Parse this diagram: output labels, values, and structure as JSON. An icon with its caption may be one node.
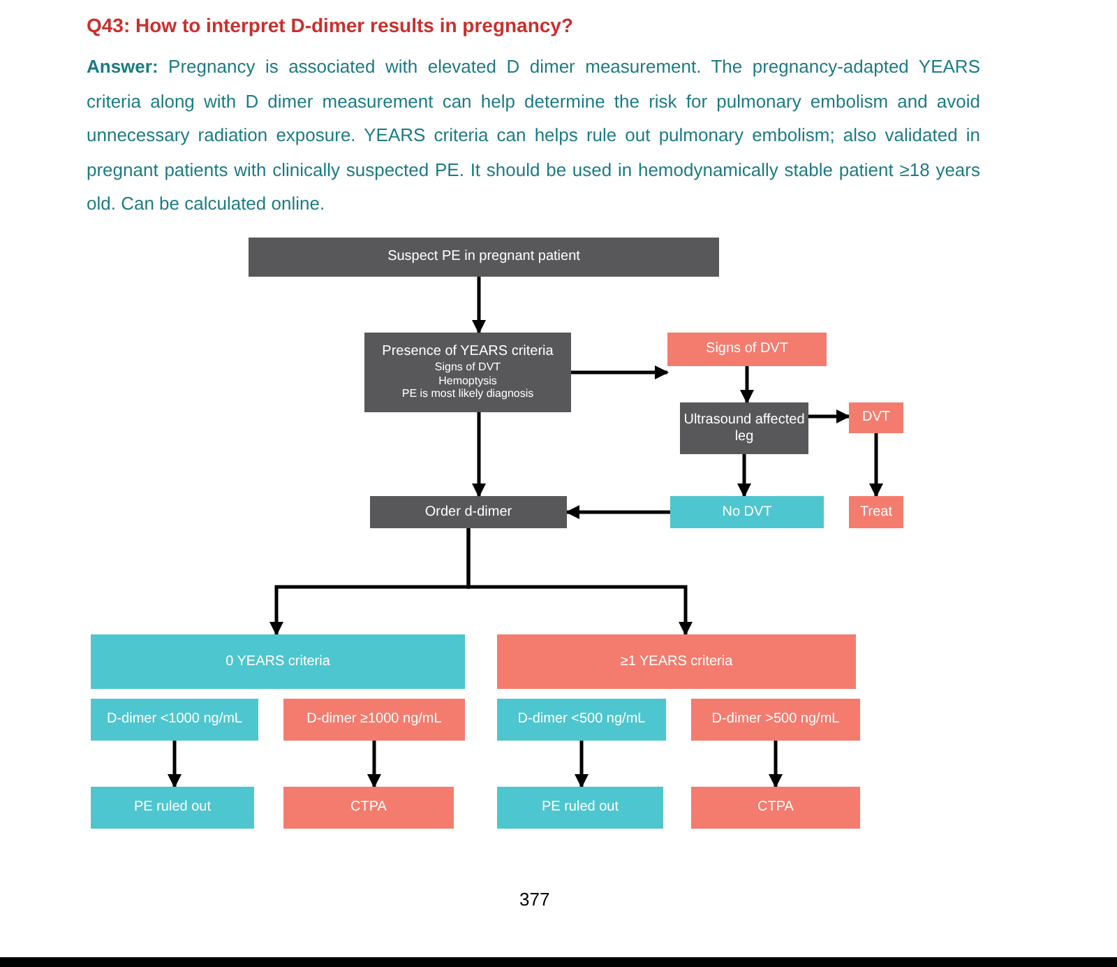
{
  "diagram": {
    "title": "Q43: How to interpret D-dimer results in pregnancy?",
    "nodes": [
      {
        "text": [
          "Suspect PE in pregnant patient"
        ]
      },
      {
        "text": [
          "Presence of YEARS criteria",
          "Signs of DVT",
          "Hemoptysis",
          "PE is most likely diagnosis"
        ]
      },
      {
        "text": [
          "Signs of DVT"
        ]
      },
      {
        "text": [
          "Ultrasound affected leg"
        ]
      },
      {
        "text": [
          "DVT"
        ]
      },
      {
        "text": [
          "Order d-dimer"
        ]
      },
      {
        "text": [
          "No DVT"
        ]
      },
      {
        "text": [
          "Treat"
        ]
      },
      {
        "text": [
          "0 YEARS criteria"
        ]
      },
      {
        "text": [
          "≥1 YEARS criteria"
        ]
      },
      {
        "text": [
          "D-dimer <1000 ng/mL"
        ]
      },
      {
        "text": [
          "D-dimer ≥1000 ng/mL"
        ]
      },
      {
        "text": [
          "D-dimer <500 ng/mL"
        ]
      },
      {
        "text": [
          "D-dimer >500 ng/mL"
        ]
      },
      {
        "text": [
          "PE ruled out"
        ]
      },
      {
        "text": [
          "CTPA"
        ]
      },
      {
        "text": [
          "PE ruled out"
        ]
      },
      {
        "text": [
          "CTPA"
        ]
      }
    ],
    "edges": [
      {
        "from": 0,
        "to": 1,
        "arrow": "to"
      },
      {
        "from": 1,
        "to": 2,
        "arrow": "to"
      },
      {
        "from": 2,
        "to": 3,
        "arrow": "to"
      },
      {
        "from": 3,
        "to": 4,
        "arrow": "to"
      },
      {
        "from": 3,
        "to": 6,
        "arrow": "to"
      },
      {
        "from": 4,
        "to": 7,
        "arrow": "to"
      },
      {
        "from": 6,
        "to": 5,
        "arrow": "to"
      },
      {
        "from": 1,
        "to": 5,
        "arrow": "to"
      },
      {
        "from": 5,
        "to": 8,
        "arrow": "to"
      },
      {
        "from": 5,
        "to": 9,
        "arrow": "to"
      },
      {
        "from": 10,
        "to": 14,
        "arrow": "to"
      },
      {
        "from": 11,
        "to": 15,
        "arrow": "to"
      },
      {
        "from": 12,
        "to": 16,
        "arrow": "to"
      },
      {
        "from": 13,
        "to": 17,
        "arrow": "to"
      }
    ],
    "labels": [
      "**Answer:** Pregnancy is associated with elevated D dimer measurement. The pregnancy-adapted YEARS criteria along with D dimer measurement can help determine the risk for pulmonary embolism and avoid unnecessary radiation exposure. YEARS criteria can helps rule out pulmonary embolism; also validated in pregnant patients with clinically suspected PE. It should be used in hemodynamically stable patient ≥18 years old. Can be calculated online.",
      "377"
    ]
  }
}
